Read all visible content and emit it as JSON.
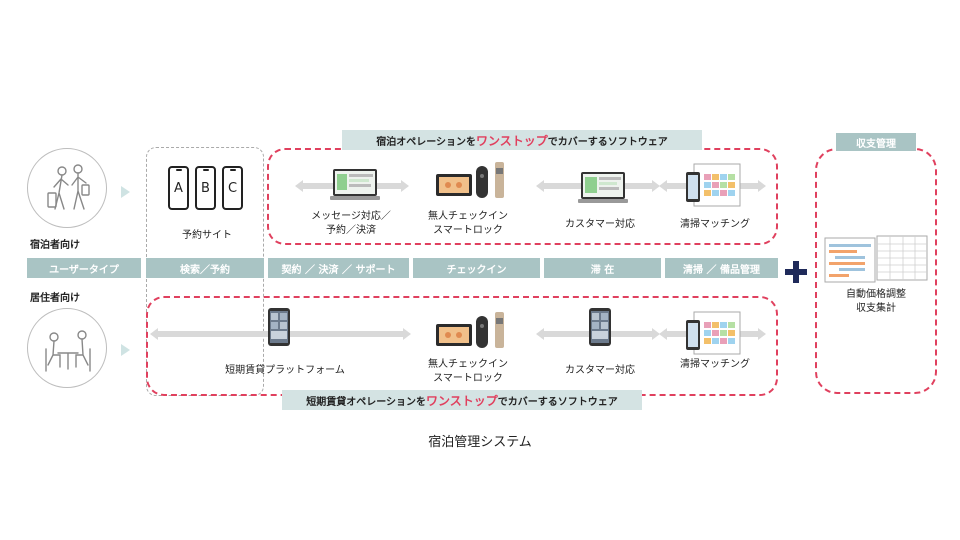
{
  "user_types": {
    "guest": "宿泊者向け",
    "resident": "居住者向け"
  },
  "phones": [
    "A",
    "B",
    "C"
  ],
  "booking_site": "予約サイト",
  "top_banner": {
    "prefix": "宿泊オペレーションを",
    "highlight": "ワンストップ",
    "suffix": "でカバーするソフトウェア"
  },
  "bottom_banner": {
    "prefix": "短期賃貸オペレーションを",
    "highlight": "ワンストップ",
    "suffix": "でカバーするソフトウェア"
  },
  "top_steps": {
    "messaging_line1": "メッセージ対応／",
    "messaging_line2": "予約／決済",
    "checkin_line1": "無人チェックイン",
    "checkin_line2": "スマートロック",
    "customer": "カスタマー対応",
    "cleaning": "清掃マッチング"
  },
  "bottom_steps": {
    "platform": "短期賃貸プラットフォーム",
    "checkin_line1": "無人チェックイン",
    "checkin_line2": "スマートロック",
    "customer": "カスタマー対応",
    "cleaning": "清掃マッチング"
  },
  "phase_tags": {
    "user_type": "ユーザータイプ",
    "search": "検索／予約",
    "contract": "契約 ／ 決済 ／ サポート",
    "checkin": "チェックイン",
    "stay": "滞 在",
    "cleaning": "清掃 ／ 備品管理"
  },
  "revenue": {
    "header": "収支管理",
    "line1": "自動価格調整",
    "line2": "収支集計"
  },
  "caption": "宿泊管理システム",
  "colors": {
    "accent_red": "#e0405e",
    "teal_tag": "#a9c4c4",
    "banner_bg": "#d4e3e3",
    "arrow": "#d9d9d9",
    "navy_plus": "#1f2a5a"
  }
}
